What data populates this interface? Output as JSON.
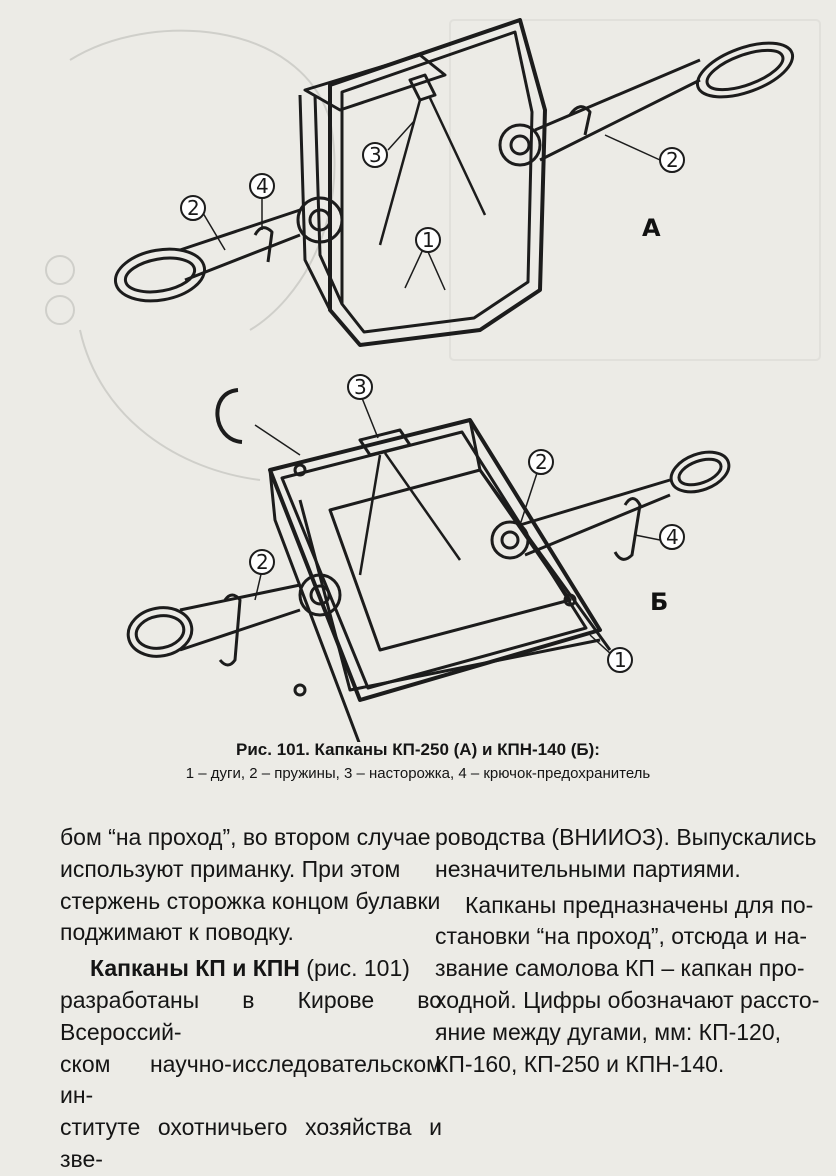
{
  "figure": {
    "labels": {
      "letter_a": "А",
      "letter_b": "Б",
      "n1": "1",
      "n2": "2",
      "n3": "3",
      "n4": "4"
    }
  },
  "caption": {
    "title": "Рис. 101. Капканы КП-250 (А) и КПН-140 (Б):",
    "legend": "1 – дуги, 2 – пружины, 3 – насторожка, 4 – крючок-предохранитель"
  },
  "left_column": {
    "line1": "бом “на проход”, во втором случае",
    "line2": "используют приманку. При этом",
    "line3": "стержень сторожка концом булавки",
    "line4": "поджимают к поводку.",
    "p2_bold": "Капканы КП и КПН",
    "p2_line1_rest": " (рис. 101)",
    "line6": "разработаны в Кирове во Всероссий-",
    "line7": "ском научно-исследовательском ин-",
    "line8": "ституте охотничьего хозяйства и зве-"
  },
  "right_column": {
    "line1": "роводства (ВНИИОЗ). Выпускались",
    "line2": "незначительными партиями.",
    "line3": "Капканы предназначены для по-",
    "line4": "становки “на проход”, отсюда и на-",
    "line5": "звание самолова КП – капкан про-",
    "line6": "ходной. Цифры обозначают рассто-",
    "line7": "яние между дугами, мм: КП-120,",
    "line8": "КП-160, КП-250 и КПН-140."
  }
}
